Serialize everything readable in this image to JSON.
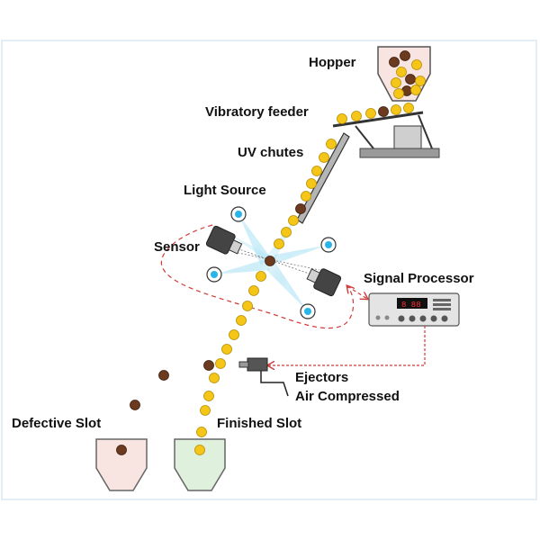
{
  "labels": {
    "hopper": "Hopper",
    "vibratory_feeder": "Vibratory feeder",
    "uv_chutes": "UV chutes",
    "light_source": "Light Source",
    "sensor": "Sensor",
    "signal_processor": "Signal Processor",
    "ejectors": "Ejectors",
    "air_compressed": "Air Compressed",
    "defective_slot": "Defective Slot",
    "finished_slot": "Finished Slot"
  },
  "colors": {
    "good_seed": "#f5c518",
    "defective_seed": "#6b3a1f",
    "hopper_fill": "#f8e4e0",
    "defective_slot_fill": "#f8e4e0",
    "finished_slot_fill": "#dff0dc",
    "light_beam": "#8fd8f0",
    "signal_line": "#d23a3a"
  },
  "icons": [
    "hopper-icon",
    "vibratory-feeder-icon",
    "chute-icon",
    "light-source-icon",
    "sensor-camera-icon",
    "signal-processor-icon",
    "ejector-nozzle-icon",
    "slot-bin-icon"
  ]
}
